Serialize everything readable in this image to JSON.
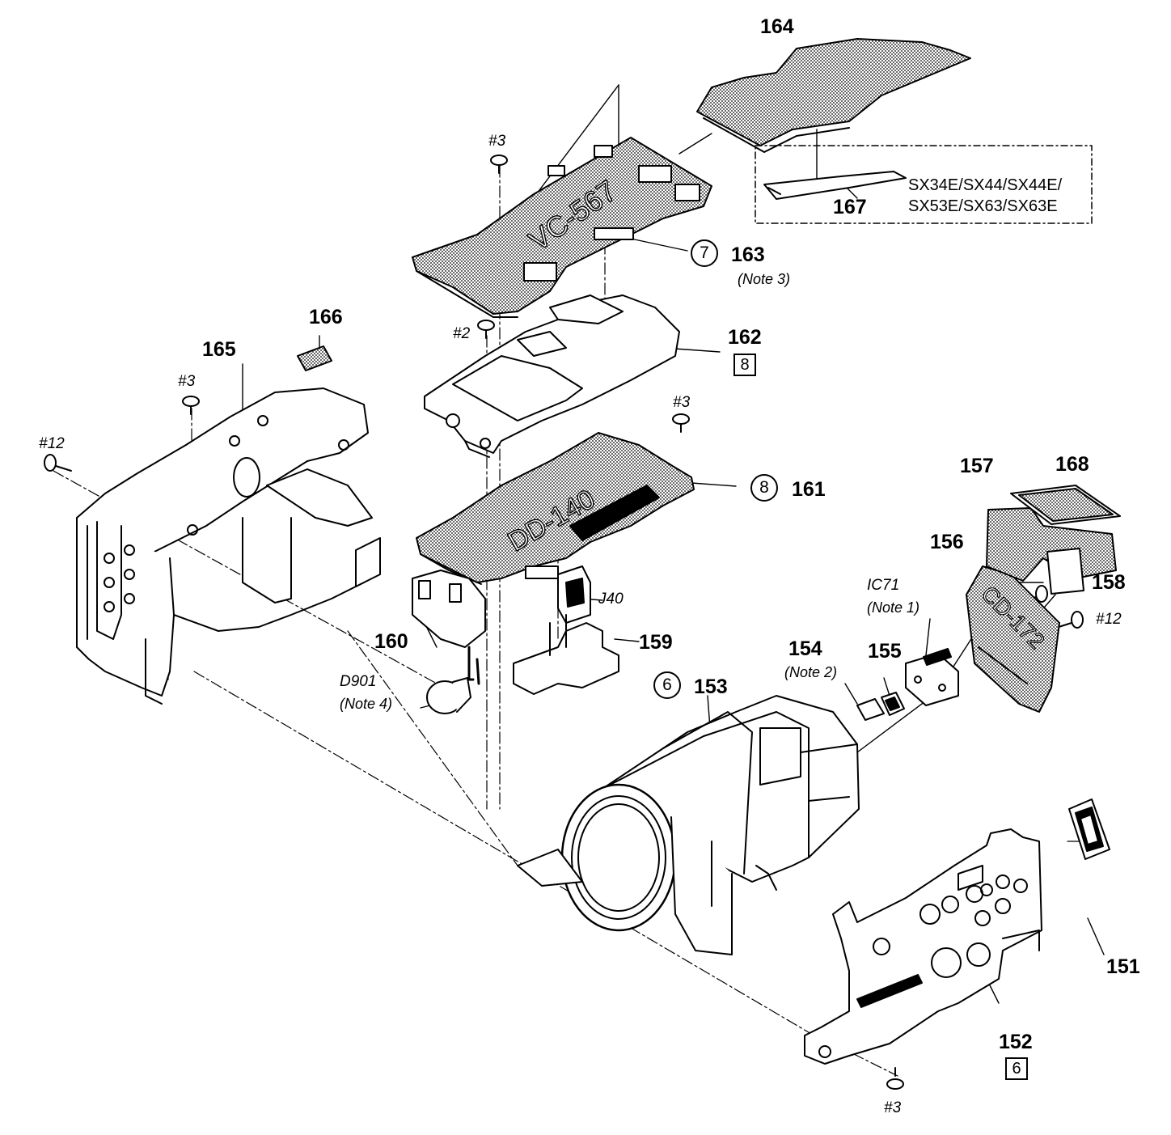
{
  "parts": {
    "p151": "151",
    "p152": "152",
    "p153": "153",
    "p154": "154",
    "p155": "155",
    "p156": "156",
    "p157": "157",
    "p158": "158",
    "p159": "159",
    "p160": "160",
    "p161": "161",
    "p162": "162",
    "p163": "163",
    "p164": "164",
    "p165": "165",
    "p166": "166",
    "p167": "167",
    "p168": "168"
  },
  "screws": {
    "s3": "#3",
    "s2": "#2",
    "s12": "#12"
  },
  "refs": {
    "ic71": "IC71",
    "j40": "J40",
    "d901": "D901",
    "note1": "(Note 1)",
    "note2": "(Note 2)",
    "note3": "(Note 3)",
    "note4": "(Note 4)"
  },
  "board_refs": {
    "c6": "6",
    "c7": "7",
    "c8": "8",
    "b8": "8",
    "b6": "6"
  },
  "variant_models": {
    "line1": "SX34E/SX44/SX44E/",
    "line2": "SX53E/SX63/SX63E"
  },
  "board_silkscreen": {
    "vc": "VC-567",
    "dd": "DD-140",
    "cd": "CD-172"
  }
}
